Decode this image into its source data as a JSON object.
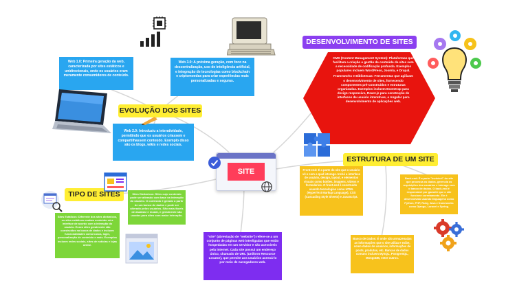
{
  "center": {
    "label": "SITE"
  },
  "titles": {
    "evolucao": "EVOLUÇÃO DOS SITES",
    "desenvolvimento": "DESENVOLVIMENTO DE SITES",
    "tipo": "TIPO DE SITES",
    "estrutura": "ESTRUTURA DE UM SITE"
  },
  "boxes": {
    "web1": "Web 1.0: Primeira geração da web, caracterizada por sites estáticos e unidirecionais, onde os usuários eram meramente consumidores de conteúdo.",
    "web3": "Web 3.0: A próxima geração, com foco na descentralização, uso de inteligência artificial, e integração de tecnologias como blockchain e criptomoedas para criar experiências mais personalizadas e seguras.",
    "web2": "Web 2.0: Introduziu a interatividade, permitindo que os usuários criassem e compartilhassem conteúdo. Exemplo disso são os blogs, wikis e redes sociais.",
    "cms": "CMS (Content Management System): Plataformas que facilitam a criação e gestão de conteúdo de sites sem a necessidade de codificação profunda. Exemplos populares incluem WordPress, Joomla, e Drupal.",
    "frameworks": "Frameworks e Bibliotecas: Ferramentas que agilizam o desenvolvimento de sites, fornecendo componentes pré-construídos e estruturas organizadas. Exemplos incluem Bootstrap para design responsivo, React.js para construção de interfaces de usuário interativas, e Angular para desenvolvimento de aplicações web.",
    "frontend": "Front-end: É a parte do site que o usuário vê e com a qual interage. Inclui a interface de usuário, design, layout, e elementos visuais como botões, imagens, vídeos e formulários. O front-end é construído usando tecnologias como HTML (HyperText Markup Language), CSS (Cascading Style Sheets) e JavaScript.",
    "backend": "Back-end: É a parte \"invisível\" do site que processa os dados, gerencia as requisições dos usuários e interage com o banco de dados. O back-end é responsável por garantir que o site funcione corretamente. Ele é desenvolvido usando linguagens como Python, PHP, Ruby, Java e frameworks como Django, Laravel e Spring.",
    "bancodados": "Banco de Dados: É onde são armazenadas as informações que o site utiliza e exibe, como dados de usuários, informações de posts, produtos, etc. Bancos de dados comuns incluem MySQL, PostgreSQL, MongoDB, entre outros.",
    "dinamicos": "Sites Dinâmicos: Sites cujo conteúdo pode ser alterado com base na interação do usuário. O conteúdo é gerado a partir de um banco de dados e pode ser alterado pelos usuários. São mais fáceis de atualizar e mudar, e geralmente são usados para sites com maior interação.",
    "estaticos": "Sites Estáticos: Diferente dos sites dinâmicos, os sites estáticos mudam conteúdo só a interface de acordo com a interação do usuário. Esses sites geralmente são construídos na busca de dados e incluem funcionalidades como busca, login, personalização de conteúdo e mais. Exemplos incluem redes sociais, sites de notícias e lojas online.",
    "site": "\"site\" (abreviação de \"website\") refere-se a um conjunto de páginas web interligadas que estão hospedadas em um servidor e são acessíveis pela internet. Cada site possui um endereço único, chamado de URL (Uniform Resource Locator), que permite aos usuários acessá-lo por meio de navegadores web."
  },
  "colors": {
    "blue": "#29a6f0",
    "yellow": "#f7c21c",
    "green": "#7dd639",
    "purple": "#7e2df0",
    "red": "#e8140e",
    "title_bg": "#ffee33",
    "title_dev_bg": "#8b3ff0",
    "site_bg": "#ff3d5a"
  },
  "icons": [
    "chip-chart-icon",
    "retro-computer-icon",
    "laptop-icon",
    "lightbulb-gears-icon",
    "puzzle-icon",
    "gears-icon",
    "checkmark-icon",
    "globe-icon",
    "web-template-icon",
    "image-icon",
    "website-layout-icon",
    "web-search-icon"
  ]
}
